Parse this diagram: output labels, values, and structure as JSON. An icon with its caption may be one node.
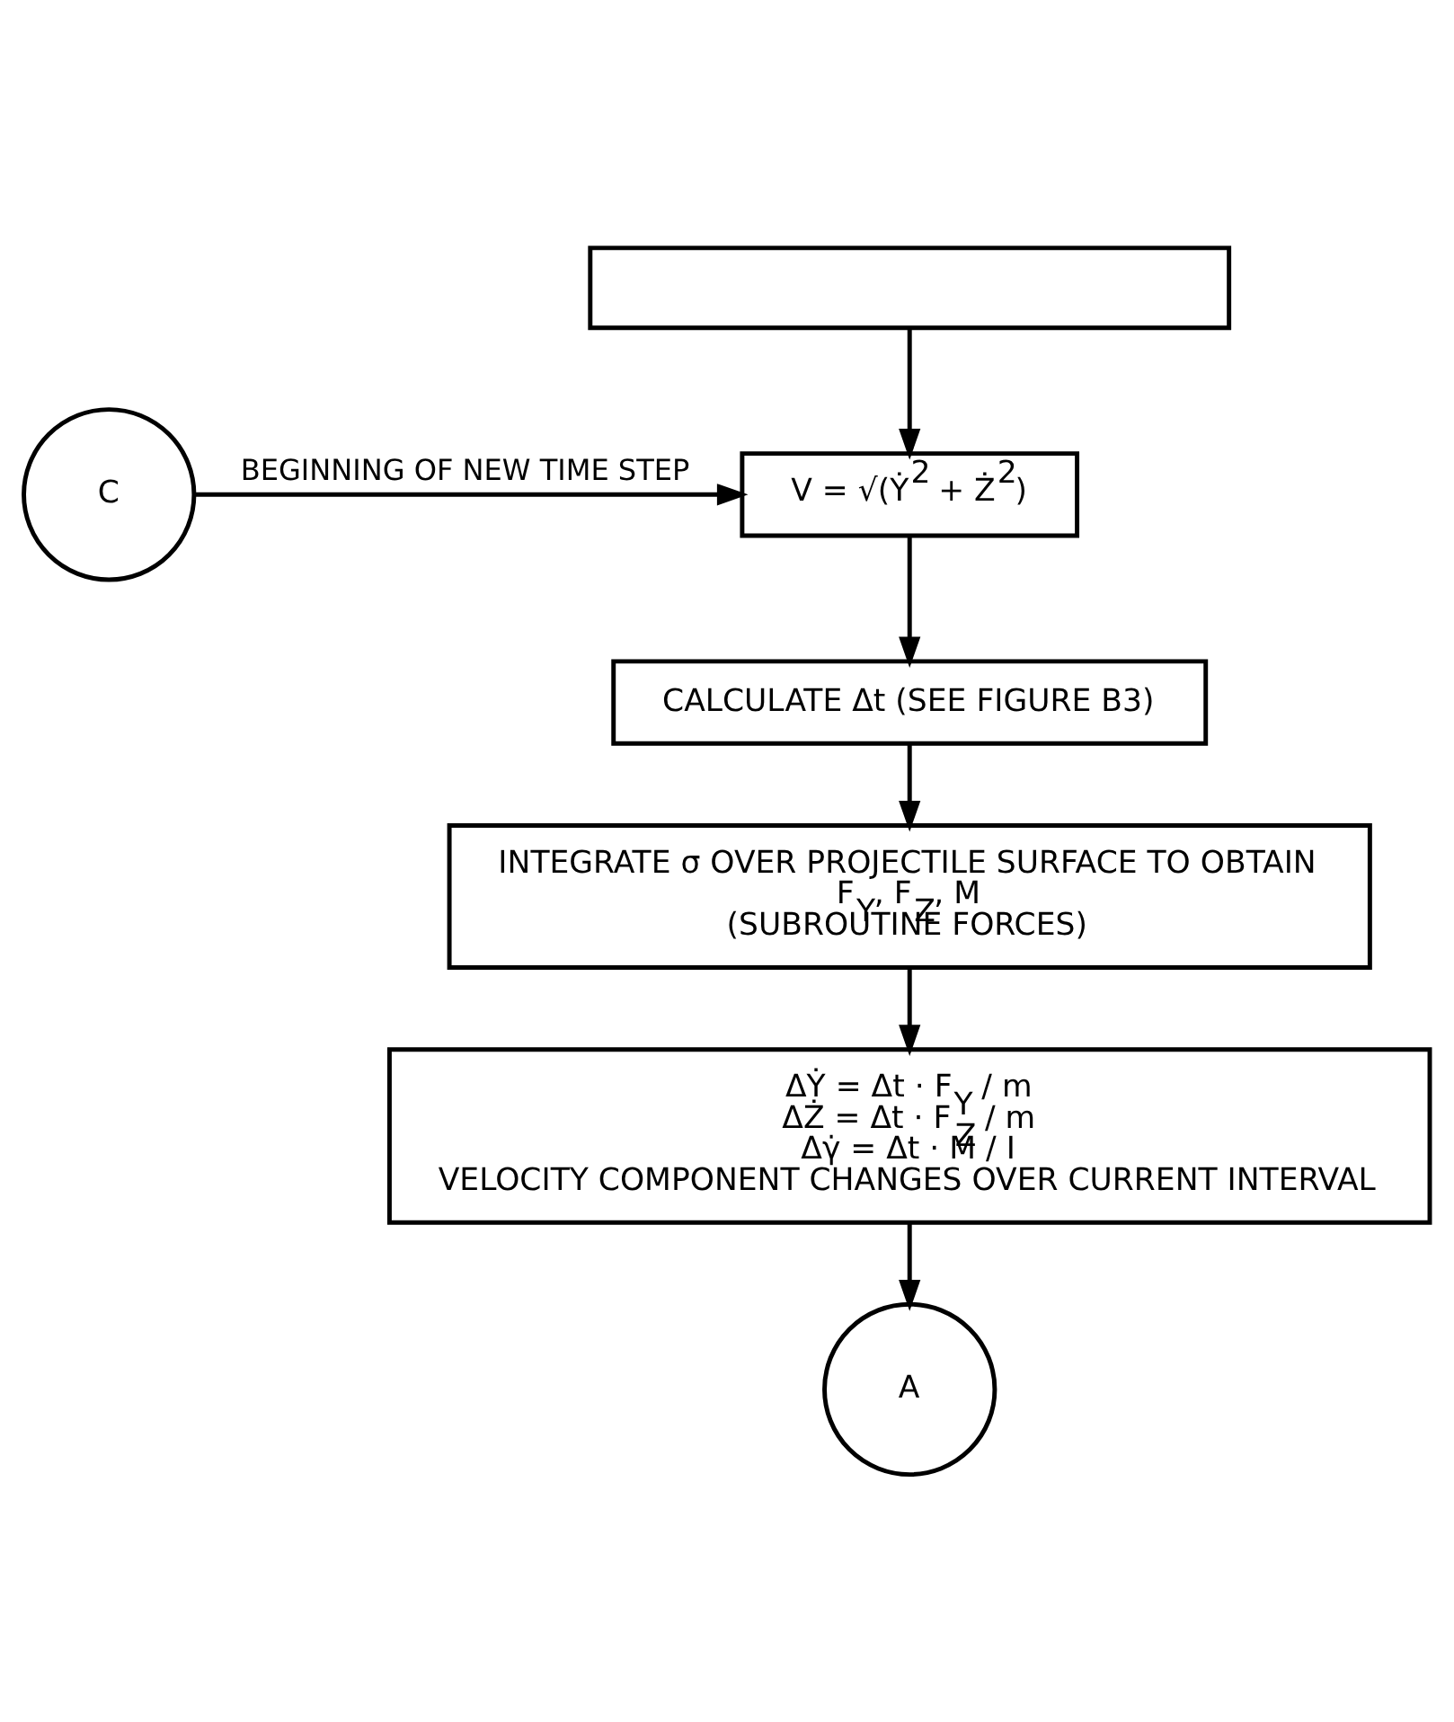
{
  "diagram": {
    "nodes": [
      {
        "text": [],
        "shape": "box"
      },
      {
        "text": [
          "C"
        ]
      },
      {
        "text": [
          "V = √(Ẏ$^{2}$ + Ż$^{2}$)"
        ]
      },
      {
        "text": [
          "CALCULATE Δt (SEE FIGURE B3)"
        ]
      },
      {
        "text": [
          "INTEGRATE σ OVER PROJECTILE SURFACE TO OBTAIN",
          "F$_{Y}$, F$_{Z}$, M",
          "(SUBROUTINE FORCES)"
        ]
      },
      {
        "text": [
          "ΔẎ = Δt · F$_{Y}$ / m",
          "ΔŻ = Δt · F$_{Z}$ / m",
          "Δγ̇ = Δt · M / I",
          "VELOCITY COMPONENT CHANGES OVER CURRENT INTERVAL"
        ]
      },
      {
        "text": [
          "A"
        ]
      }
    ],
    "edges": [
      {
        "from": 0,
        "to": 2,
        "arrow": "to"
      },
      {
        "from": 1,
        "to": 2,
        "arrow": "to",
        "label": "BEGINNING OF NEW TIME STEP"
      },
      {
        "from": 2,
        "to": 3,
        "arrow": "to"
      },
      {
        "from": 3,
        "to": 4,
        "arrow": "to"
      },
      {
        "from": 4,
        "to": 5,
        "arrow": "to"
      },
      {
        "from": 5,
        "to": 6,
        "arrow": "to"
      }
    ]
  }
}
